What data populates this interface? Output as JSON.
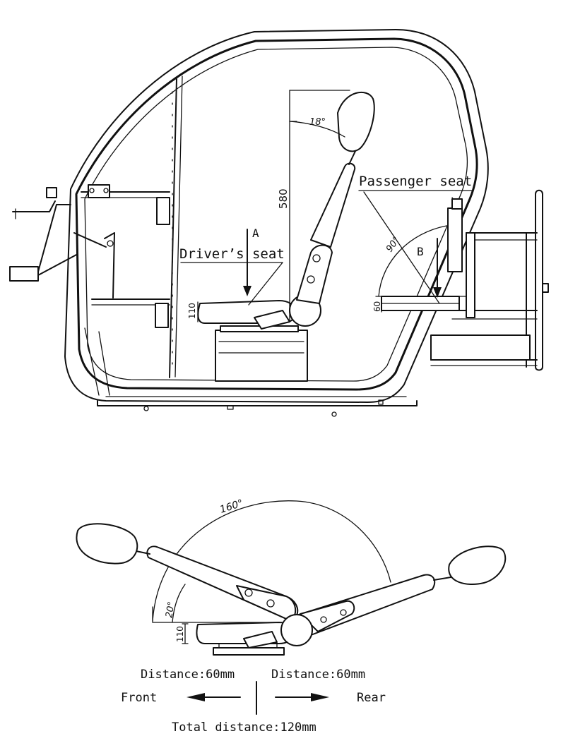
{
  "top_diagram": {
    "label_a": "A",
    "label_b": "B",
    "driver_seat": "Driver’s seat",
    "passenger_seat": "Passenger seat",
    "dim_backrest_height": "580",
    "dim_cushion_height_driver": "110",
    "dim_cushion_height_passenger": "60",
    "angle_backrest_tilt": "18°",
    "angle_passenger_fold": "90°"
  },
  "bottom_diagram": {
    "angle_recline_range": "160°",
    "angle_forward": "20°",
    "dim_cushion_height": "110",
    "distance_front": "Distance:60mm",
    "distance_rear": "Distance:60mm",
    "front_label": "Front",
    "rear_label": "Rear",
    "total_distance": "Total distance:120mm"
  }
}
